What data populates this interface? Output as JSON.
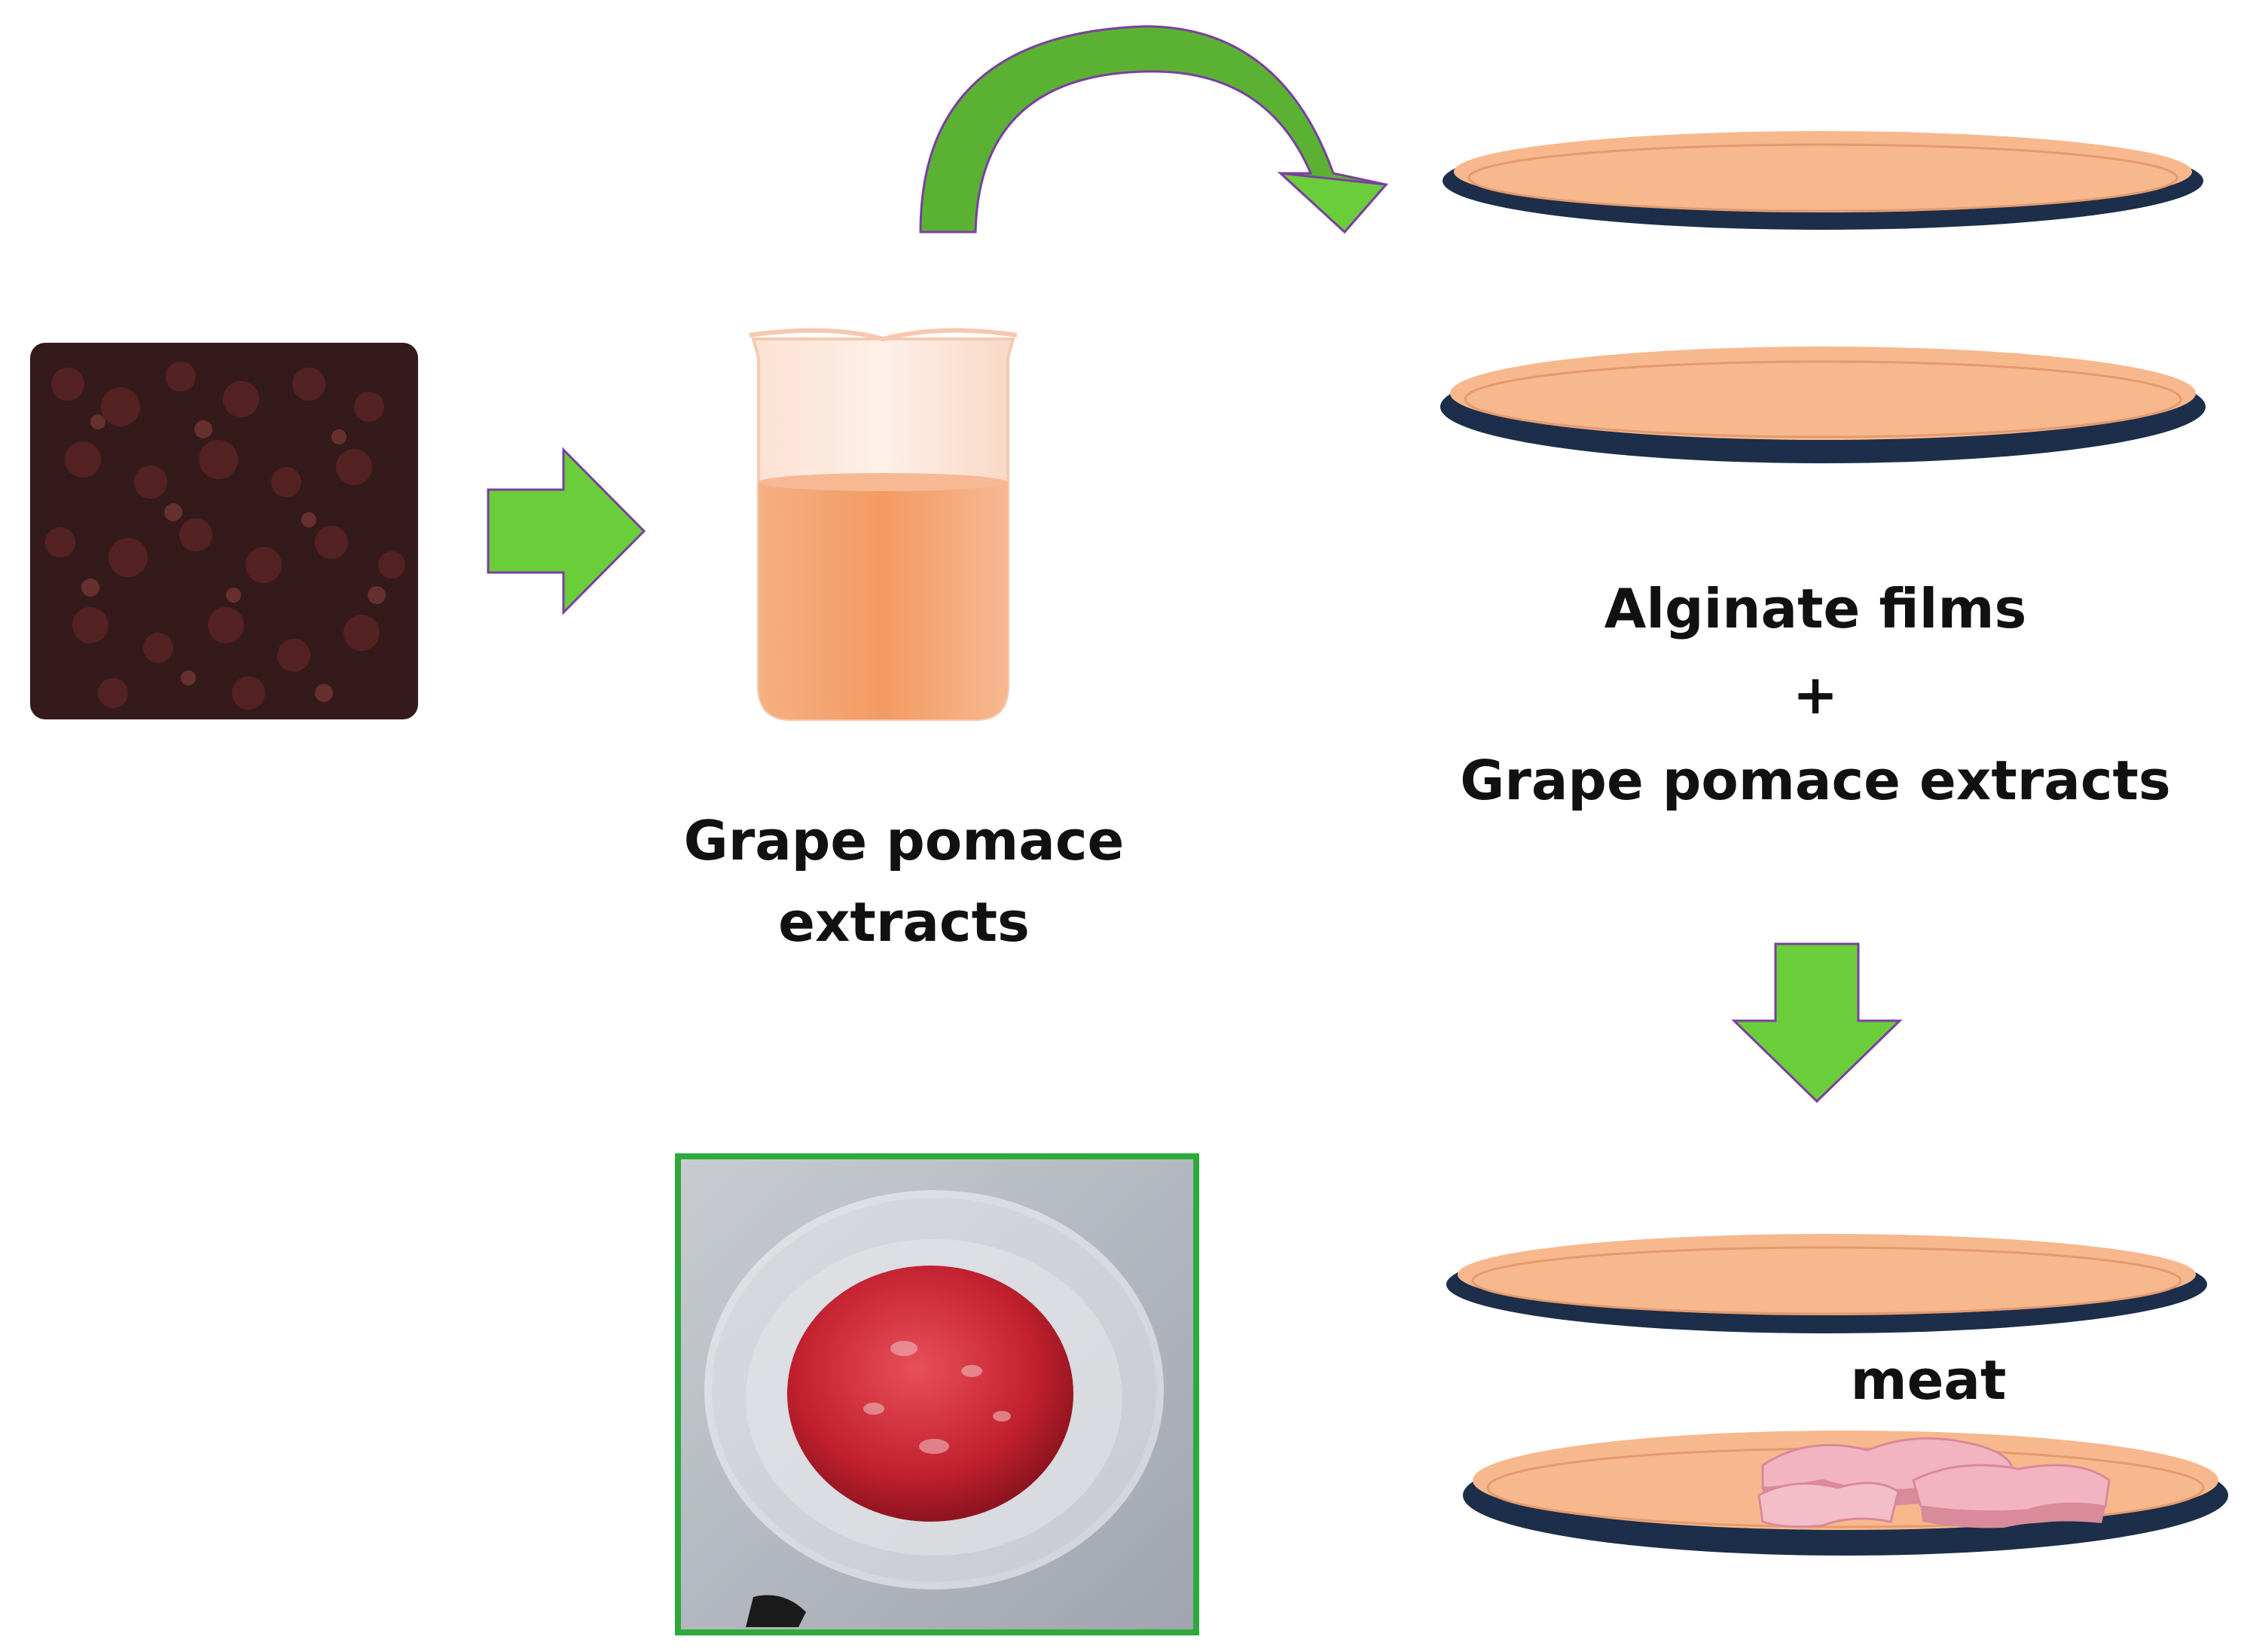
{
  "labels": {
    "grape_pomace_extracts": [
      "Grape pomace",
      "extracts"
    ],
    "alginate": {
      "line1": "Alginate films",
      "plus": "+",
      "line2": "Grape pomace extracts"
    },
    "meat": "meat"
  },
  "colors": {
    "arrow_green": "#6ACD3A",
    "arrow_dark_green": "#4E9E2A",
    "arrow_outline": "#7B3FA0",
    "film_fill": "#F7B88E",
    "film_rim": "#1C2E4A",
    "liquid": "#F4A574",
    "meat_pink": "#F2B4C0",
    "photo_frame": "#2EAA3C"
  }
}
